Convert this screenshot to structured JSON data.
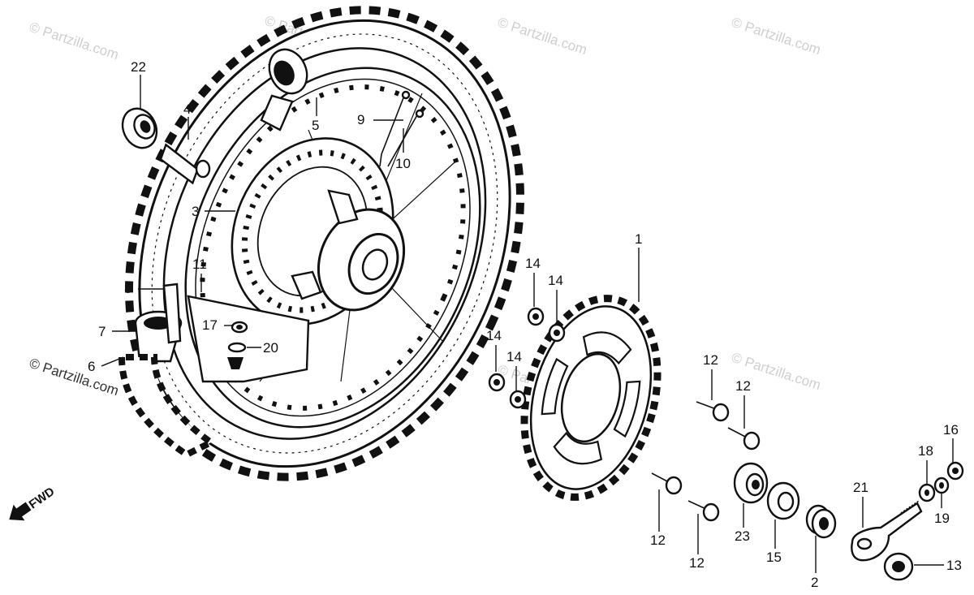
{
  "watermark": {
    "text": "© Partzilla.com"
  },
  "direction": {
    "label": "FWD",
    "icon": "arrow-forward-icon"
  },
  "parts": {
    "p1": "1",
    "p2": "2",
    "p3": "3",
    "p4": "4",
    "p5": "5",
    "p6": "6",
    "p7": "7",
    "p8": "8",
    "p9": "9",
    "p10": "10",
    "p11": "11",
    "p12": "12",
    "p13": "13",
    "p14": "14",
    "p15": "15",
    "p16": "16",
    "p17": "17",
    "p18": "18",
    "p19": "19",
    "p20": "20",
    "p21": "21",
    "p22": "22",
    "p23": "23"
  },
  "colors": {
    "ink": "#111111",
    "watermark": "#cfcfcf",
    "background": "#ffffff"
  }
}
